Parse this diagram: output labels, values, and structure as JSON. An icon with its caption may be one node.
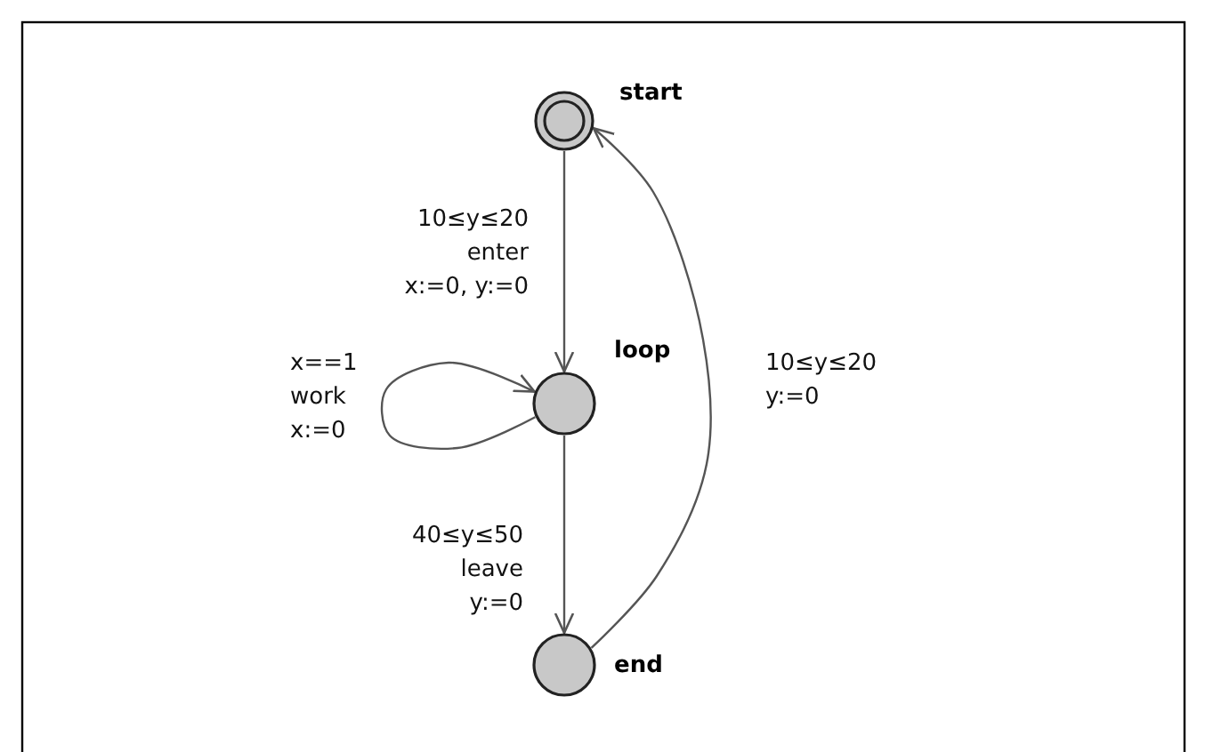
{
  "diagram": {
    "nodes": [
      {
        "text": [
          "start"
        ]
      },
      {
        "text": [
          "loop"
        ]
      },
      {
        "text": [
          "end"
        ]
      }
    ],
    "edges": [
      {
        "from": 0,
        "to": 1,
        "arrow": "to",
        "label": "10≤y≤20 enter x:=0, y:=0"
      },
      {
        "from": 1,
        "to": 1,
        "arrow": "to",
        "label": "x==1 work x:=0"
      },
      {
        "from": 1,
        "to": 2,
        "arrow": "to",
        "label": "40≤y≤50 leave y:=0"
      },
      {
        "from": 2,
        "to": 0,
        "arrow": "to",
        "label": "10≤y≤20 y:=0"
      }
    ]
  }
}
